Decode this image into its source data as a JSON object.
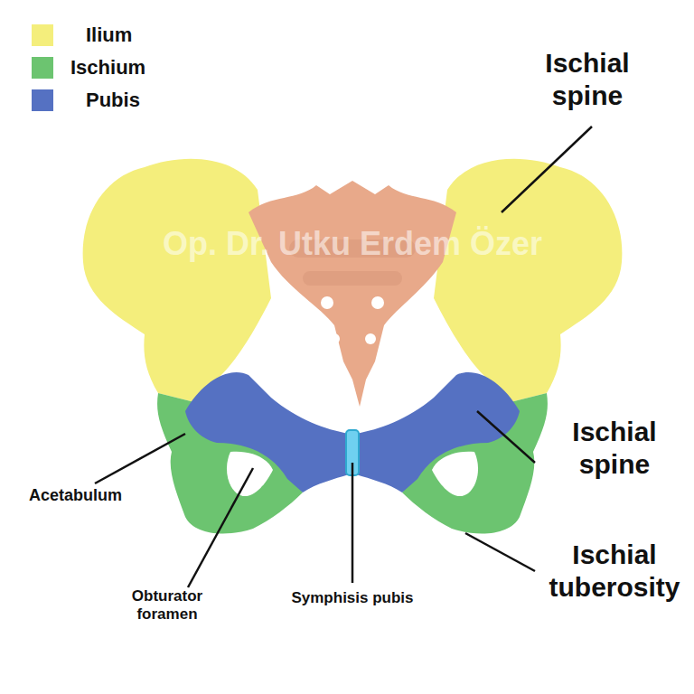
{
  "diagram": {
    "labels": [
      "Op. Dr. Utku Erdem Özer",
      "Ischial spine",
      "Ischial spine",
      "Ischial tuberosity",
      "Acetabulum",
      "Obturator foramen",
      "Symphisis pubis"
    ],
    "legend": [
      {
        "text": "Ilium",
        "color": "#f4ee7c"
      },
      {
        "text": "Ischium",
        "color": "#6cc470"
      },
      {
        "text": "Pubis",
        "color": "#5571c2"
      }
    ]
  }
}
